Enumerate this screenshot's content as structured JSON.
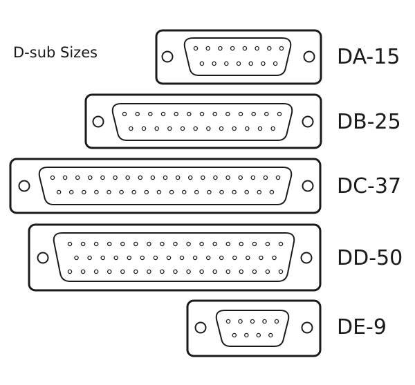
{
  "title": "D-sub Sizes",
  "connectors": [
    {
      "label": "DA-15",
      "pins": [
        8,
        7
      ]
    },
    {
      "label": "DB-25",
      "pins": [
        13,
        12
      ]
    },
    {
      "label": "DC-37",
      "pins": [
        19,
        18
      ]
    },
    {
      "label": "DD-50",
      "pins": [
        17,
        16,
        17
      ]
    },
    {
      "label": "DE-9",
      "pins": [
        5,
        4
      ]
    }
  ],
  "colors": {
    "outline": "#1a1a1a",
    "fill": "#ffffff"
  }
}
